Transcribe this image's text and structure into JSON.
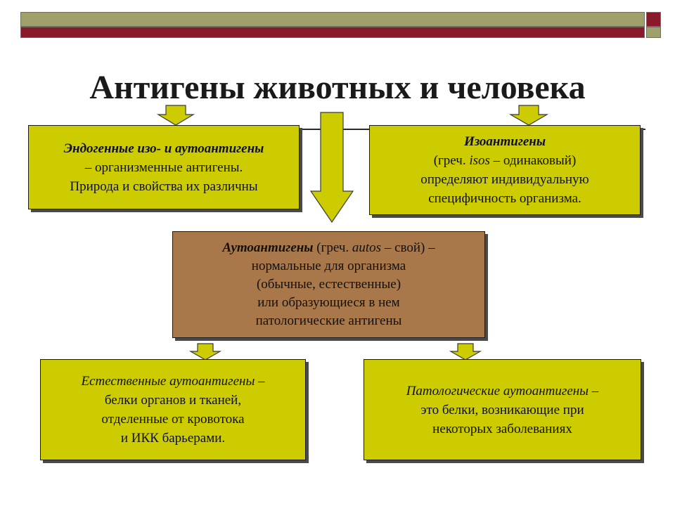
{
  "colors": {
    "olive_bar": "#a0a06a",
    "maroon_bar": "#8a1a2a",
    "box_yellow": "#cccc00",
    "box_brown": "#a8784a",
    "arrow_fill": "#cccc00"
  },
  "title": "Антигены животных и человека",
  "boxes": {
    "endogenous": {
      "line1": "Эндогенные изо- и аутоантигены",
      "line2": "– организменные антигены.",
      "line3": "Природа и свойства их различны"
    },
    "isoantigens": {
      "line1": "Изоантигены",
      "line2_a": "(греч. ",
      "line2_b": "isos",
      "line2_c": " – одинаковый)",
      "line3": "определяют индивидуальную",
      "line4": "специфичность организма."
    },
    "autoantigens": {
      "line1_a": "Аутоантигены",
      "line1_b": " (греч. ",
      "line1_c": "autos",
      "line1_d": " – свой) –",
      "line2": "нормальные для организма",
      "line3": "(обычные, естественные)",
      "line4": "или образующиеся в нем",
      "line5": "патологические антигены"
    },
    "natural": {
      "line1": "Естественные аутоантигены –",
      "line2": "белки органов и тканей,",
      "line3": "отделенные от кровотока",
      "line4": "и ИКК барьерами."
    },
    "pathological": {
      "line1": "Патологические аутоантигены –",
      "line2": "это белки, возникающие при",
      "line3": "некоторых заболеваниях"
    }
  }
}
